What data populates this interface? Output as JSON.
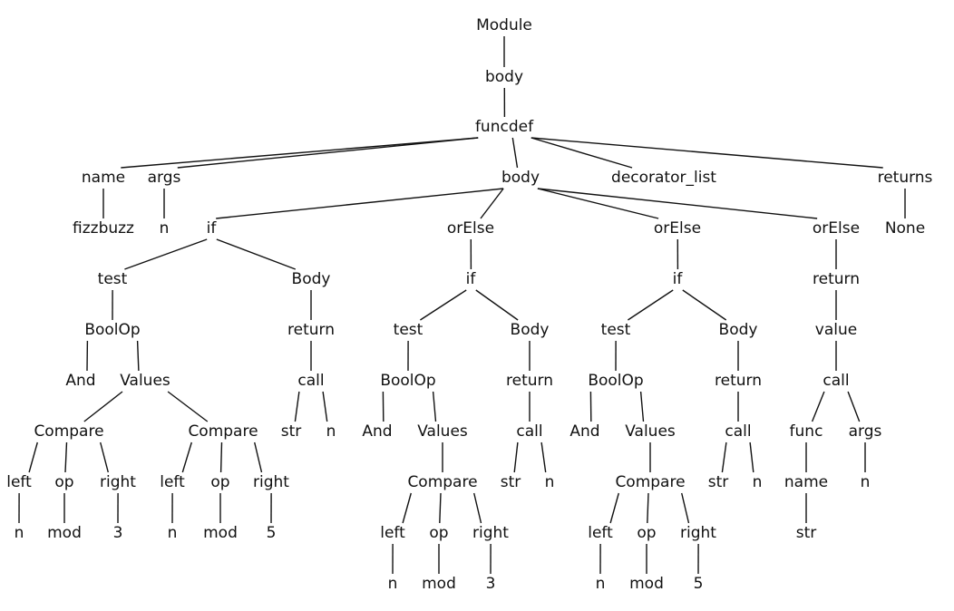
{
  "tree": {
    "nodes": [
      {
        "id": "module",
        "label": "Module"
      },
      {
        "id": "body0",
        "label": "body"
      },
      {
        "id": "funcdef",
        "label": "funcdef"
      },
      {
        "id": "name1",
        "label": "name"
      },
      {
        "id": "args1",
        "label": "args"
      },
      {
        "id": "body1",
        "label": "body"
      },
      {
        "id": "declist",
        "label": "decorator_list"
      },
      {
        "id": "returns",
        "label": "returns"
      },
      {
        "id": "fizzbuzz",
        "label": "fizzbuzz"
      },
      {
        "id": "n_arg",
        "label": "n"
      },
      {
        "id": "none",
        "label": "None"
      },
      {
        "id": "if1",
        "label": "if"
      },
      {
        "id": "orelse1",
        "label": "orElse"
      },
      {
        "id": "orelse2",
        "label": "orElse"
      },
      {
        "id": "orelse3",
        "label": "orElse"
      },
      {
        "id": "test1",
        "label": "test"
      },
      {
        "id": "bodyB1",
        "label": "Body"
      },
      {
        "id": "boolop1",
        "label": "BoolOp"
      },
      {
        "id": "and1",
        "label": "And"
      },
      {
        "id": "values1",
        "label": "Values"
      },
      {
        "id": "cmp1a",
        "label": "Compare"
      },
      {
        "id": "cmp1b",
        "label": "Compare"
      },
      {
        "id": "left1a",
        "label": "left"
      },
      {
        "id": "op1a",
        "label": "op"
      },
      {
        "id": "right1a",
        "label": "right"
      },
      {
        "id": "n1a",
        "label": "n"
      },
      {
        "id": "mod1a",
        "label": "mod"
      },
      {
        "id": "three1a",
        "label": "3"
      },
      {
        "id": "left1b",
        "label": "left"
      },
      {
        "id": "op1b",
        "label": "op"
      },
      {
        "id": "right1b",
        "label": "right"
      },
      {
        "id": "n1b",
        "label": "n"
      },
      {
        "id": "mod1b",
        "label": "mod"
      },
      {
        "id": "five1b",
        "label": "5"
      },
      {
        "id": "ret1",
        "label": "return"
      },
      {
        "id": "call1",
        "label": "call"
      },
      {
        "id": "str1",
        "label": "str"
      },
      {
        "id": "ncall1",
        "label": "n"
      },
      {
        "id": "if2",
        "label": "if"
      },
      {
        "id": "test2",
        "label": "test"
      },
      {
        "id": "bodyB2",
        "label": "Body"
      },
      {
        "id": "boolop2",
        "label": "BoolOp"
      },
      {
        "id": "and2",
        "label": "And"
      },
      {
        "id": "values2",
        "label": "Values"
      },
      {
        "id": "cmp2",
        "label": "Compare"
      },
      {
        "id": "left2",
        "label": "left"
      },
      {
        "id": "op2",
        "label": "op"
      },
      {
        "id": "right2",
        "label": "right"
      },
      {
        "id": "n2",
        "label": "n"
      },
      {
        "id": "mod2",
        "label": "mod"
      },
      {
        "id": "three2",
        "label": "3"
      },
      {
        "id": "ret2",
        "label": "return"
      },
      {
        "id": "call2",
        "label": "call"
      },
      {
        "id": "str2",
        "label": "str"
      },
      {
        "id": "ncall2",
        "label": "n"
      },
      {
        "id": "if3",
        "label": "if"
      },
      {
        "id": "test3",
        "label": "test"
      },
      {
        "id": "bodyB3",
        "label": "Body"
      },
      {
        "id": "boolop3",
        "label": "BoolOp"
      },
      {
        "id": "and3",
        "label": "And"
      },
      {
        "id": "values3",
        "label": "Values"
      },
      {
        "id": "cmp3",
        "label": "Compare"
      },
      {
        "id": "left3",
        "label": "left"
      },
      {
        "id": "op3",
        "label": "op"
      },
      {
        "id": "right3",
        "label": "right"
      },
      {
        "id": "n3",
        "label": "n"
      },
      {
        "id": "mod3",
        "label": "mod"
      },
      {
        "id": "five3",
        "label": "5"
      },
      {
        "id": "ret3",
        "label": "return"
      },
      {
        "id": "call3",
        "label": "call"
      },
      {
        "id": "str3",
        "label": "str"
      },
      {
        "id": "ncall3",
        "label": "n"
      },
      {
        "id": "ret4",
        "label": "return"
      },
      {
        "id": "value4",
        "label": "value"
      },
      {
        "id": "call4",
        "label": "call"
      },
      {
        "id": "func4",
        "label": "func"
      },
      {
        "id": "args4",
        "label": "args"
      },
      {
        "id": "name4",
        "label": "name"
      },
      {
        "id": "str4",
        "label": "str"
      },
      {
        "id": "n4",
        "label": "n"
      }
    ],
    "edges": [
      [
        "module",
        "body0"
      ],
      [
        "body0",
        "funcdef"
      ],
      [
        "funcdef",
        "name1"
      ],
      [
        "funcdef",
        "args1"
      ],
      [
        "funcdef",
        "body1"
      ],
      [
        "funcdef",
        "declist"
      ],
      [
        "funcdef",
        "returns"
      ],
      [
        "name1",
        "fizzbuzz"
      ],
      [
        "args1",
        "n_arg"
      ],
      [
        "returns",
        "none"
      ],
      [
        "body1",
        "if1"
      ],
      [
        "body1",
        "orelse1"
      ],
      [
        "body1",
        "orelse2"
      ],
      [
        "body1",
        "orelse3"
      ],
      [
        "if1",
        "test1"
      ],
      [
        "if1",
        "bodyB1"
      ],
      [
        "test1",
        "boolop1"
      ],
      [
        "boolop1",
        "and1"
      ],
      [
        "boolop1",
        "values1"
      ],
      [
        "values1",
        "cmp1a"
      ],
      [
        "values1",
        "cmp1b"
      ],
      [
        "cmp1a",
        "left1a"
      ],
      [
        "cmp1a",
        "op1a"
      ],
      [
        "cmp1a",
        "right1a"
      ],
      [
        "left1a",
        "n1a"
      ],
      [
        "op1a",
        "mod1a"
      ],
      [
        "right1a",
        "three1a"
      ],
      [
        "cmp1b",
        "left1b"
      ],
      [
        "cmp1b",
        "op1b"
      ],
      [
        "cmp1b",
        "right1b"
      ],
      [
        "left1b",
        "n1b"
      ],
      [
        "op1b",
        "mod1b"
      ],
      [
        "right1b",
        "five1b"
      ],
      [
        "bodyB1",
        "ret1"
      ],
      [
        "ret1",
        "call1"
      ],
      [
        "call1",
        "str1"
      ],
      [
        "call1",
        "ncall1"
      ],
      [
        "orelse1",
        "if2"
      ],
      [
        "if2",
        "test2"
      ],
      [
        "if2",
        "bodyB2"
      ],
      [
        "test2",
        "boolop2"
      ],
      [
        "boolop2",
        "and2"
      ],
      [
        "boolop2",
        "values2"
      ],
      [
        "values2",
        "cmp2"
      ],
      [
        "cmp2",
        "left2"
      ],
      [
        "cmp2",
        "op2"
      ],
      [
        "cmp2",
        "right2"
      ],
      [
        "left2",
        "n2"
      ],
      [
        "op2",
        "mod2"
      ],
      [
        "right2",
        "three2"
      ],
      [
        "bodyB2",
        "ret2"
      ],
      [
        "ret2",
        "call2"
      ],
      [
        "call2",
        "str2"
      ],
      [
        "call2",
        "ncall2"
      ],
      [
        "orelse2",
        "if3"
      ],
      [
        "if3",
        "test3"
      ],
      [
        "if3",
        "bodyB3"
      ],
      [
        "test3",
        "boolop3"
      ],
      [
        "boolop3",
        "and3"
      ],
      [
        "boolop3",
        "values3"
      ],
      [
        "values3",
        "cmp3"
      ],
      [
        "cmp3",
        "left3"
      ],
      [
        "cmp3",
        "op3"
      ],
      [
        "cmp3",
        "right3"
      ],
      [
        "left3",
        "n3"
      ],
      [
        "op3",
        "mod3"
      ],
      [
        "right3",
        "five3"
      ],
      [
        "bodyB3",
        "ret3"
      ],
      [
        "ret3",
        "call3"
      ],
      [
        "call3",
        "str3"
      ],
      [
        "call3",
        "ncall3"
      ],
      [
        "orelse3",
        "ret4"
      ],
      [
        "ret4",
        "value4"
      ],
      [
        "value4",
        "call4"
      ],
      [
        "call4",
        "func4"
      ],
      [
        "call4",
        "args4"
      ],
      [
        "func4",
        "name4"
      ],
      [
        "name4",
        "str4"
      ],
      [
        "args4",
        "n4"
      ]
    ]
  }
}
